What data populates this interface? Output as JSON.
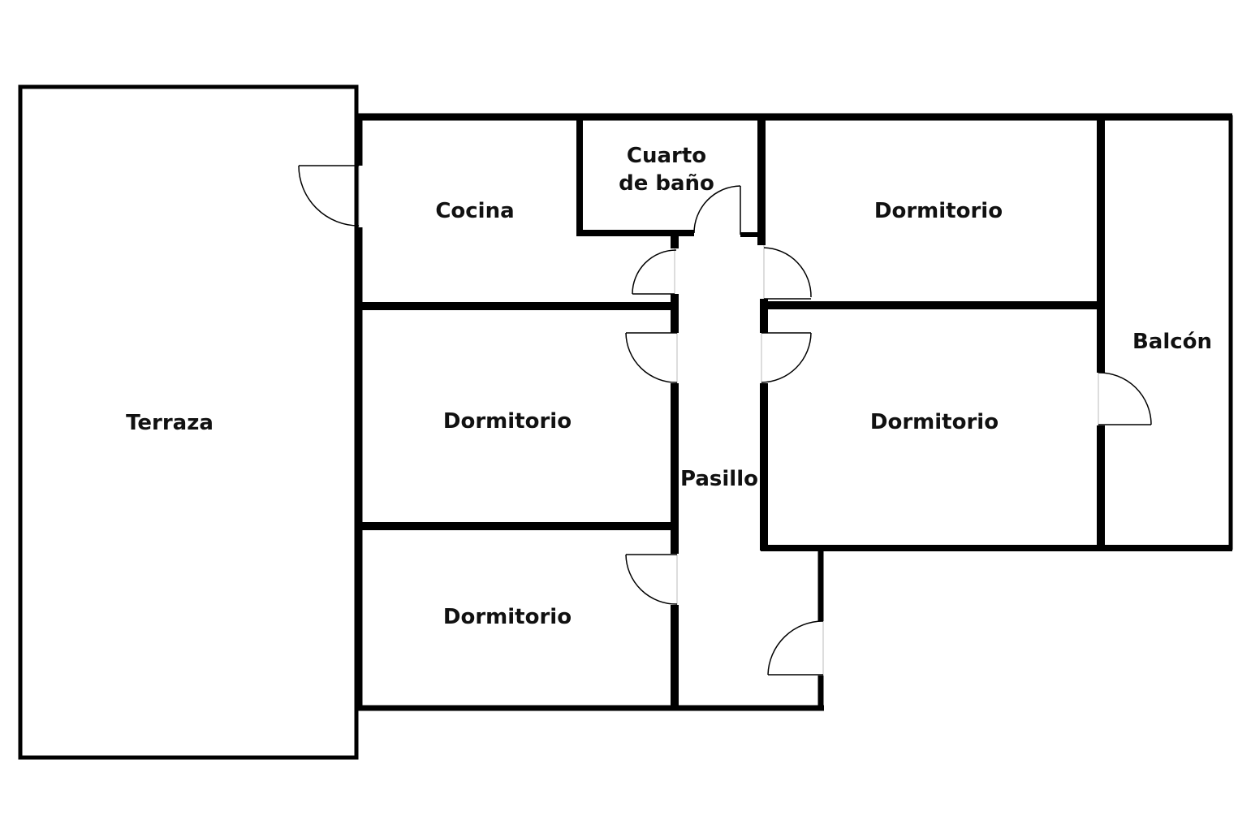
{
  "floorplan": {
    "rooms": {
      "terraza": "Terraza",
      "cocina": "Cocina",
      "bano_line1": "Cuarto",
      "bano_line2": "de baño",
      "dormitorio_top_right": "Dormitorio",
      "dormitorio_left_upper": "Dormitorio",
      "dormitorio_left_lower": "Dormitorio",
      "dormitorio_right_lower": "Dormitorio",
      "pasillo": "Pasillo",
      "balcon": "Balcón"
    },
    "colors": {
      "wall": "#000000",
      "background": "#ffffff",
      "text": "#111111"
    }
  }
}
